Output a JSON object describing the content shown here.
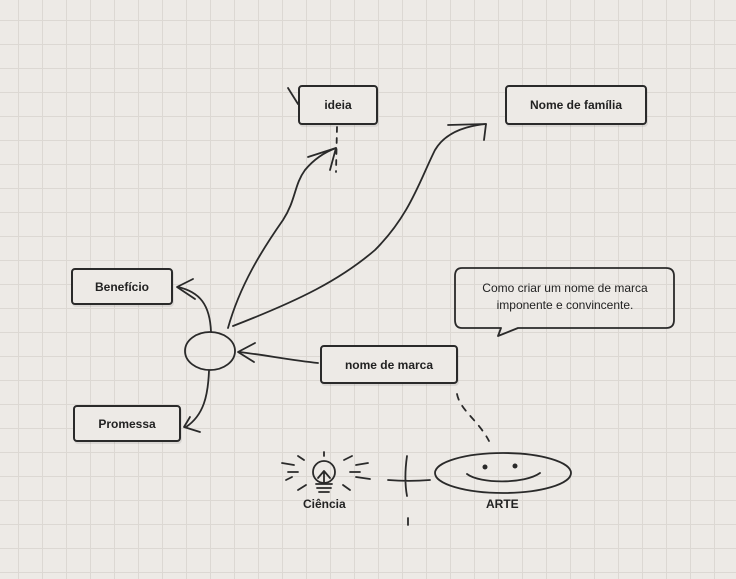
{
  "nodes": {
    "ideia": "ideia",
    "nome_de_familia": "Nome de família",
    "beneficio": "Benefício",
    "promessa": "Promessa",
    "nome_de_marca": "nome de marca"
  },
  "callout": "Como criar um nome de marca imponente e convincente.",
  "labels": {
    "ciencia": "Ciência",
    "arte": "ARTE"
  },
  "icons": [
    "lightbulb-icon",
    "smiley-face-icon",
    "plus-icon"
  ]
}
